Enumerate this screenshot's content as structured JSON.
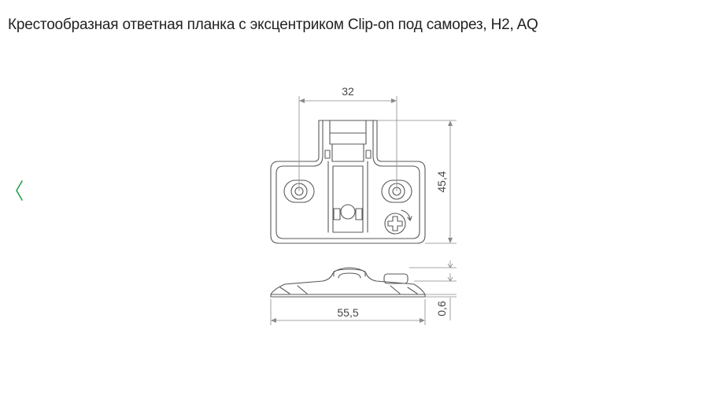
{
  "product": {
    "title": "Крестообразная ответная планка с эксцентриком Clip-on под саморез, H2, AQ"
  },
  "gallery": {
    "prev_icon": "chevron-left-icon",
    "accent_color": "#1fa34a"
  },
  "drawing": {
    "dimensions": {
      "hole_spacing": "32",
      "height": "45,4",
      "width": "55,5",
      "thickness": "0,6"
    }
  }
}
